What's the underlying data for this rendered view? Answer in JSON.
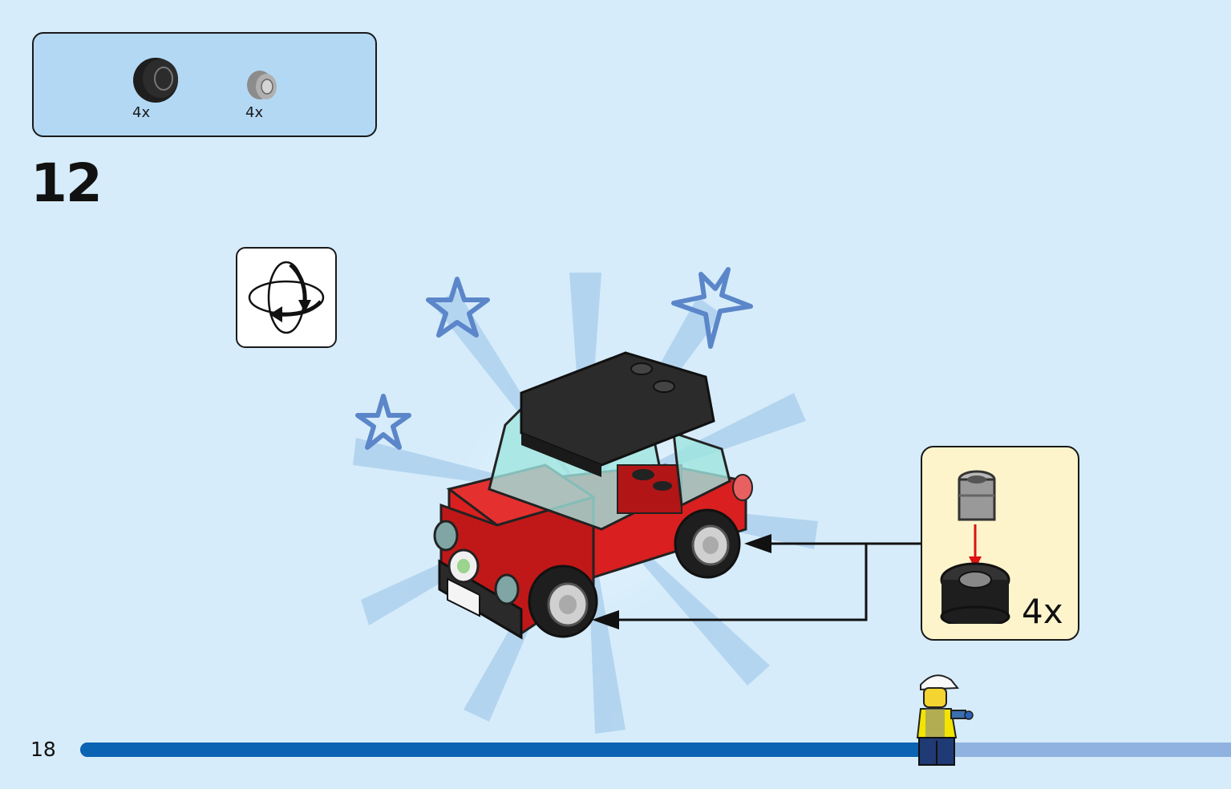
{
  "colors": {
    "background": "#d6ecfa",
    "parts_box": "#b3d8f4",
    "submodel_box": "#fdf4cc",
    "progress_fill": "#0b63b4",
    "progress_track": "#8fb2e0",
    "car_body": "#d91f1f",
    "star_outline": "#5b86c9"
  },
  "parts_list": {
    "items": [
      {
        "icon": "black-tire-icon",
        "quantity": "4x"
      },
      {
        "icon": "gray-wheel-rim-icon",
        "quantity": "4x"
      }
    ]
  },
  "step": {
    "number": "12"
  },
  "rotate_hint": {
    "icon": "rotate-model-icon"
  },
  "submodel": {
    "quantity": "4x",
    "icon": "wheel-assembly-icon"
  },
  "footer": {
    "page_number": "18",
    "progress": 0.73
  }
}
